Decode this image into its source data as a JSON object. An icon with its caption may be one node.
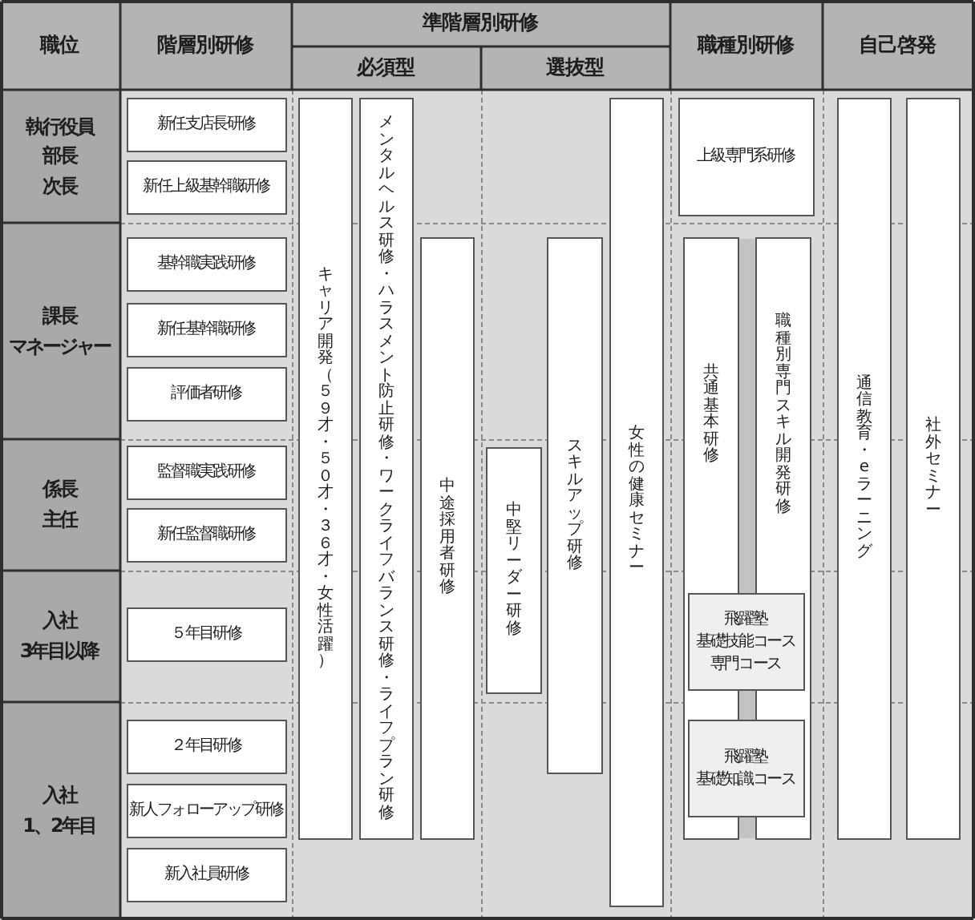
{
  "diagram": {
    "nodes": [
      {
        "text": [
          "職位"
        ]
      },
      {
        "text": [
          "階層別研修"
        ]
      },
      {
        "text": [
          "準階層別研修"
        ]
      },
      {
        "text": [
          "必須型"
        ]
      },
      {
        "text": [
          "選抜型"
        ]
      },
      {
        "text": [
          "職種別研修"
        ]
      },
      {
        "text": [
          "自己啓発"
        ]
      },
      {
        "text": [
          "執行役員",
          "部長",
          "次長"
        ]
      },
      {
        "text": [
          "新任支店長研修"
        ]
      },
      {
        "text": [
          "新任上級基幹職研修"
        ]
      },
      {
        "text": [
          "キャリア開発（５９才・５０才・３６才・女性活躍）"
        ]
      },
      {
        "text": [
          "メンタルヘルス研修・ハラスメント防止研修・ワークライフバランス研修・ライフプラン研修"
        ]
      },
      {
        "text": [
          "女性の健康セミナー"
        ]
      },
      {
        "text": [
          "上級専門系研修"
        ]
      },
      {
        "text": [
          "通信教育・eラーニング"
        ]
      },
      {
        "text": [
          "社外セミナー"
        ]
      },
      {
        "text": [
          "課長",
          "マネージャー"
        ]
      },
      {
        "text": [
          "基幹職実践研修"
        ]
      },
      {
        "text": [
          "新任基幹職研修"
        ]
      },
      {
        "text": [
          "評価者研修"
        ]
      },
      {
        "text": [
          "中途採用者研修"
        ]
      },
      {
        "text": [
          "スキルアップ研修"
        ]
      },
      {
        "text": [
          "共通基本研修"
        ]
      },
      {
        "text": [
          "職種別専門スキル開発研修"
        ]
      },
      {
        "text": [
          "係長",
          "主任"
        ]
      },
      {
        "text": [
          "監督職実践研修"
        ]
      },
      {
        "text": [
          "新任監督職研修"
        ]
      },
      {
        "text": [
          "中堅リーダー研修"
        ]
      },
      {
        "text": [
          "入社",
          "3年目以降"
        ]
      },
      {
        "text": [
          "５年目研修"
        ]
      },
      {
        "text": [
          "飛躍塾",
          "基礎技能コース",
          "専門コース"
        ]
      },
      {
        "text": [
          "入社",
          "1、2年目"
        ]
      },
      {
        "text": [
          "２年目研修"
        ]
      },
      {
        "text": [
          "新人フォローアップ研修"
        ]
      },
      {
        "text": [
          "新入社員研修"
        ]
      },
      {
        "text": [
          "飛躍塾",
          "基礎知識コース"
        ]
      }
    ]
  }
}
